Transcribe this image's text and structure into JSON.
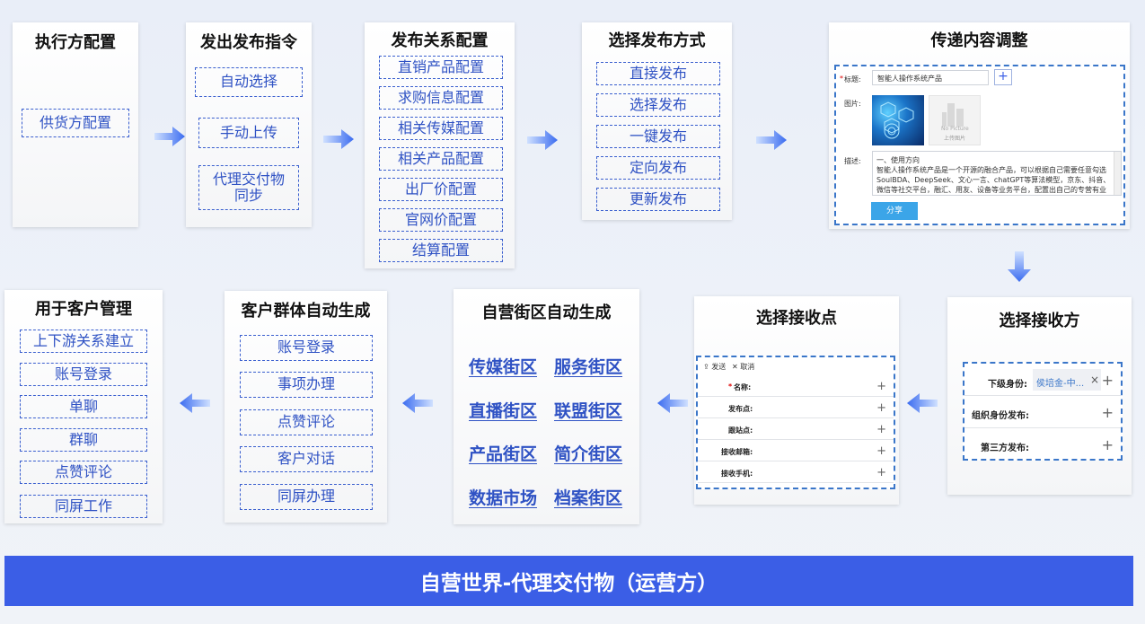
{
  "row1": {
    "executor": {
      "title": "执行方配置",
      "items": [
        "供货方配置"
      ]
    },
    "publish_cmd": {
      "title": "发出发布指令",
      "items": [
        "自动选择",
        "手动上传",
        "代理交付物\n同步"
      ]
    },
    "relation": {
      "title": "发布关系配置",
      "items": [
        "直销产品配置",
        "求购信息配置",
        "相关传媒配置",
        "相关产品配置",
        "出厂价配置",
        "官网价配置",
        "结算配置"
      ]
    },
    "method": {
      "title": "选择发布方式",
      "items": [
        "直接发布",
        "选择发布",
        "一键发布",
        "定向发布",
        "更新发布"
      ]
    },
    "content": {
      "title": "传递内容调整",
      "title_label": "标题:",
      "title_value": "智能人操作系统产品",
      "image_label": "图片:",
      "no_picture": "No Picture",
      "upload_text": "上传图片",
      "desc_label": "描述:",
      "desc_lines": [
        "一、使用方向",
        "智能人操作系统产品是一个开源的融合产品，可以根据自己需要任意勾选",
        "SoulBDA、DeepSeek、文心一言、chatGPT等算法模型，京东、抖音、",
        "微信等社交平台，融汇、用友、设备等业务平台，配置出自己的专营有业"
      ],
      "share_button": "分享"
    }
  },
  "row2": {
    "customer_mgmt": {
      "title": "用于客户管理",
      "items": [
        "上下游关系建立",
        "账号登录",
        "单聊",
        "群聊",
        "点赞评论",
        "同屏工作"
      ]
    },
    "group_gen": {
      "title": "客户群体自动生成",
      "items": [
        "账号登录",
        "事项办理",
        "点赞评论",
        "客户对话",
        "同屏办理"
      ]
    },
    "street_gen": {
      "title": "自营街区自动生成",
      "streets": [
        "传媒街区",
        "服务街区",
        "直播街区",
        "联盟街区",
        "产品街区",
        "简介街区",
        "数据市场",
        "档案街区"
      ]
    },
    "receive_point": {
      "title": "选择接收点",
      "send_label": "发送",
      "cancel_label": "取消",
      "fields": [
        "名称:",
        "发布点:",
        "跟站点:",
        "接收邮箱:",
        "接收手机:"
      ]
    },
    "receiver": {
      "title": "选择接收方",
      "fields": [
        "下级身份:",
        "组织身份发布:",
        "第三方发布:"
      ],
      "tag_value": "侯培金-中...",
      "tag_close": "×"
    }
  },
  "bottom": {
    "label": "自营世界-代理交付物（运营方）"
  },
  "colors": {
    "accent": "#3b5ee6",
    "dashed": "#3a5fcf",
    "arrow": "#4a7cf0"
  }
}
